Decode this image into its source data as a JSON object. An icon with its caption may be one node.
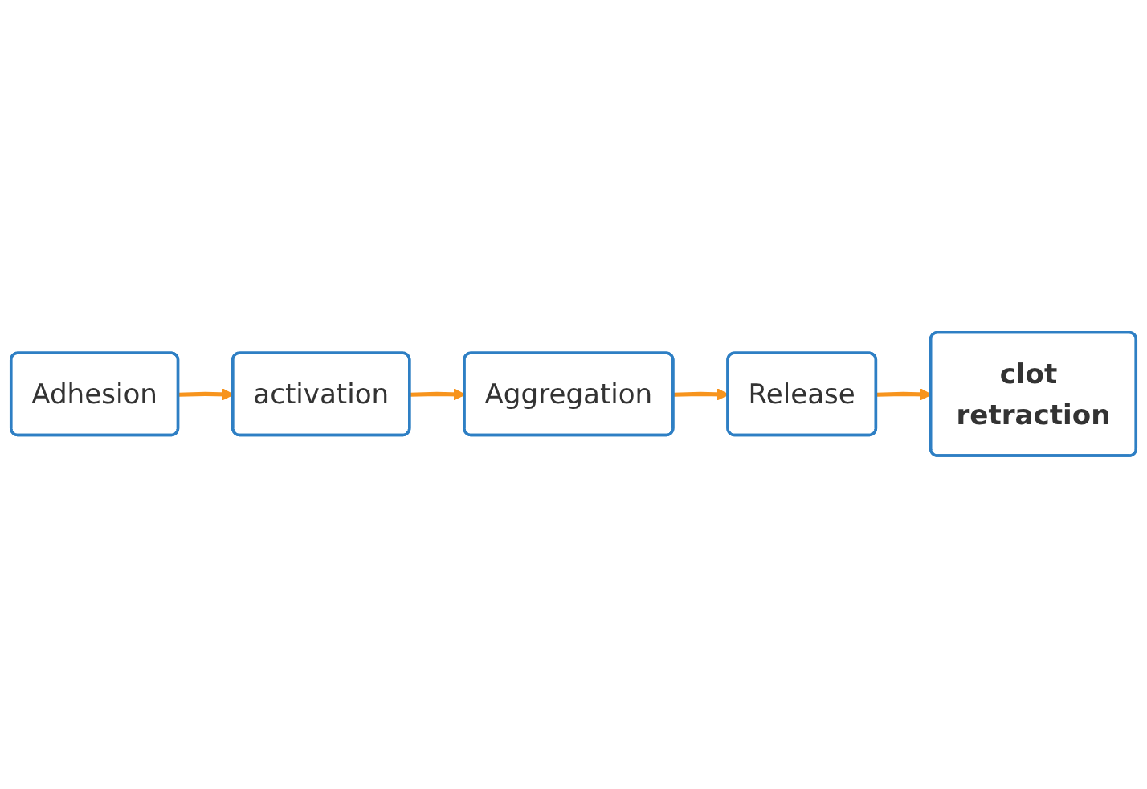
{
  "diagram": {
    "nodes": [
      {
        "text": [
          "Adhesion"
        ]
      },
      {
        "text": [
          "activation"
        ]
      },
      {
        "text": [
          "Release"
        ]
      },
      {
        "text": [
          "Aggregation"
        ]
      },
      {
        "text": [
          "clot retraction"
        ]
      }
    ],
    "edges": [
      {
        "from": 0,
        "to": 1,
        "arrow": "to"
      },
      {
        "from": 1,
        "to": 3,
        "arrow": "to"
      },
      {
        "from": 3,
        "to": 2,
        "arrow": "to"
      },
      {
        "from": 2,
        "to": 4,
        "arrow": "to"
      }
    ]
  }
}
